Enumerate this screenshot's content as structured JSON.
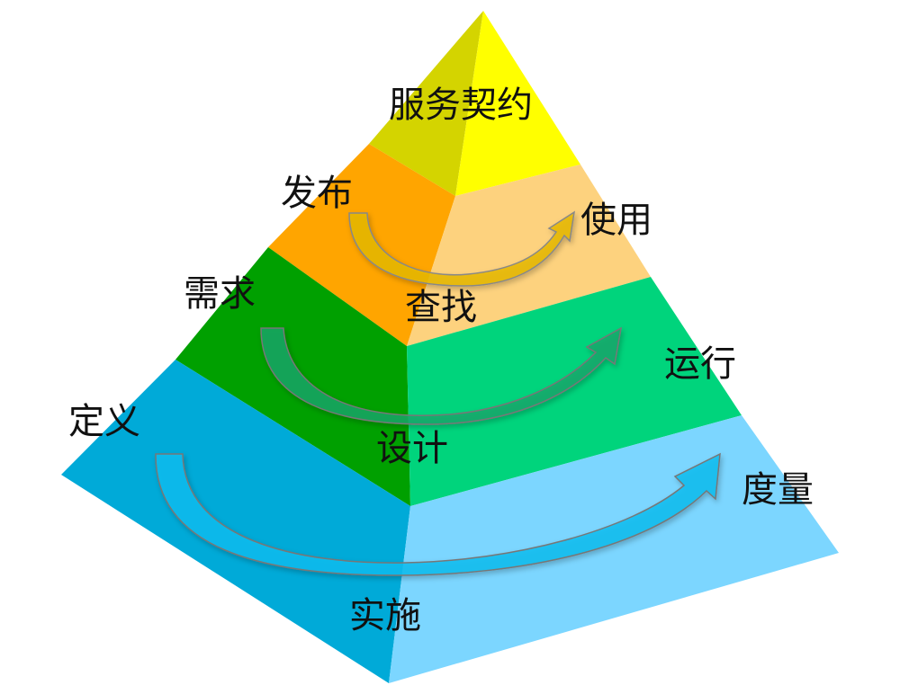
{
  "title": "服务契约",
  "layers": [
    {
      "name": "top",
      "left_color": "#d4d400",
      "right_color": "#ffff00"
    },
    {
      "name": "publish-find-use",
      "left_color": "#ffa500",
      "right_color": "#fdd27e",
      "labels": {
        "start": "发布",
        "middle": "查找",
        "end": "使用"
      },
      "arrow_color": "#e6b800"
    },
    {
      "name": "require-design-run",
      "left_color": "#00a000",
      "right_color": "#00d47c",
      "labels": {
        "start": "需求",
        "middle": "设计",
        "end": "运行"
      },
      "arrow_color": "#1aa86a"
    },
    {
      "name": "define-implement-measure",
      "left_color": "#00aad8",
      "right_color": "#7cd6ff",
      "labels": {
        "start": "定义",
        "middle": "实施",
        "end": "度量"
      },
      "arrow_color": "#10bdf0"
    }
  ]
}
